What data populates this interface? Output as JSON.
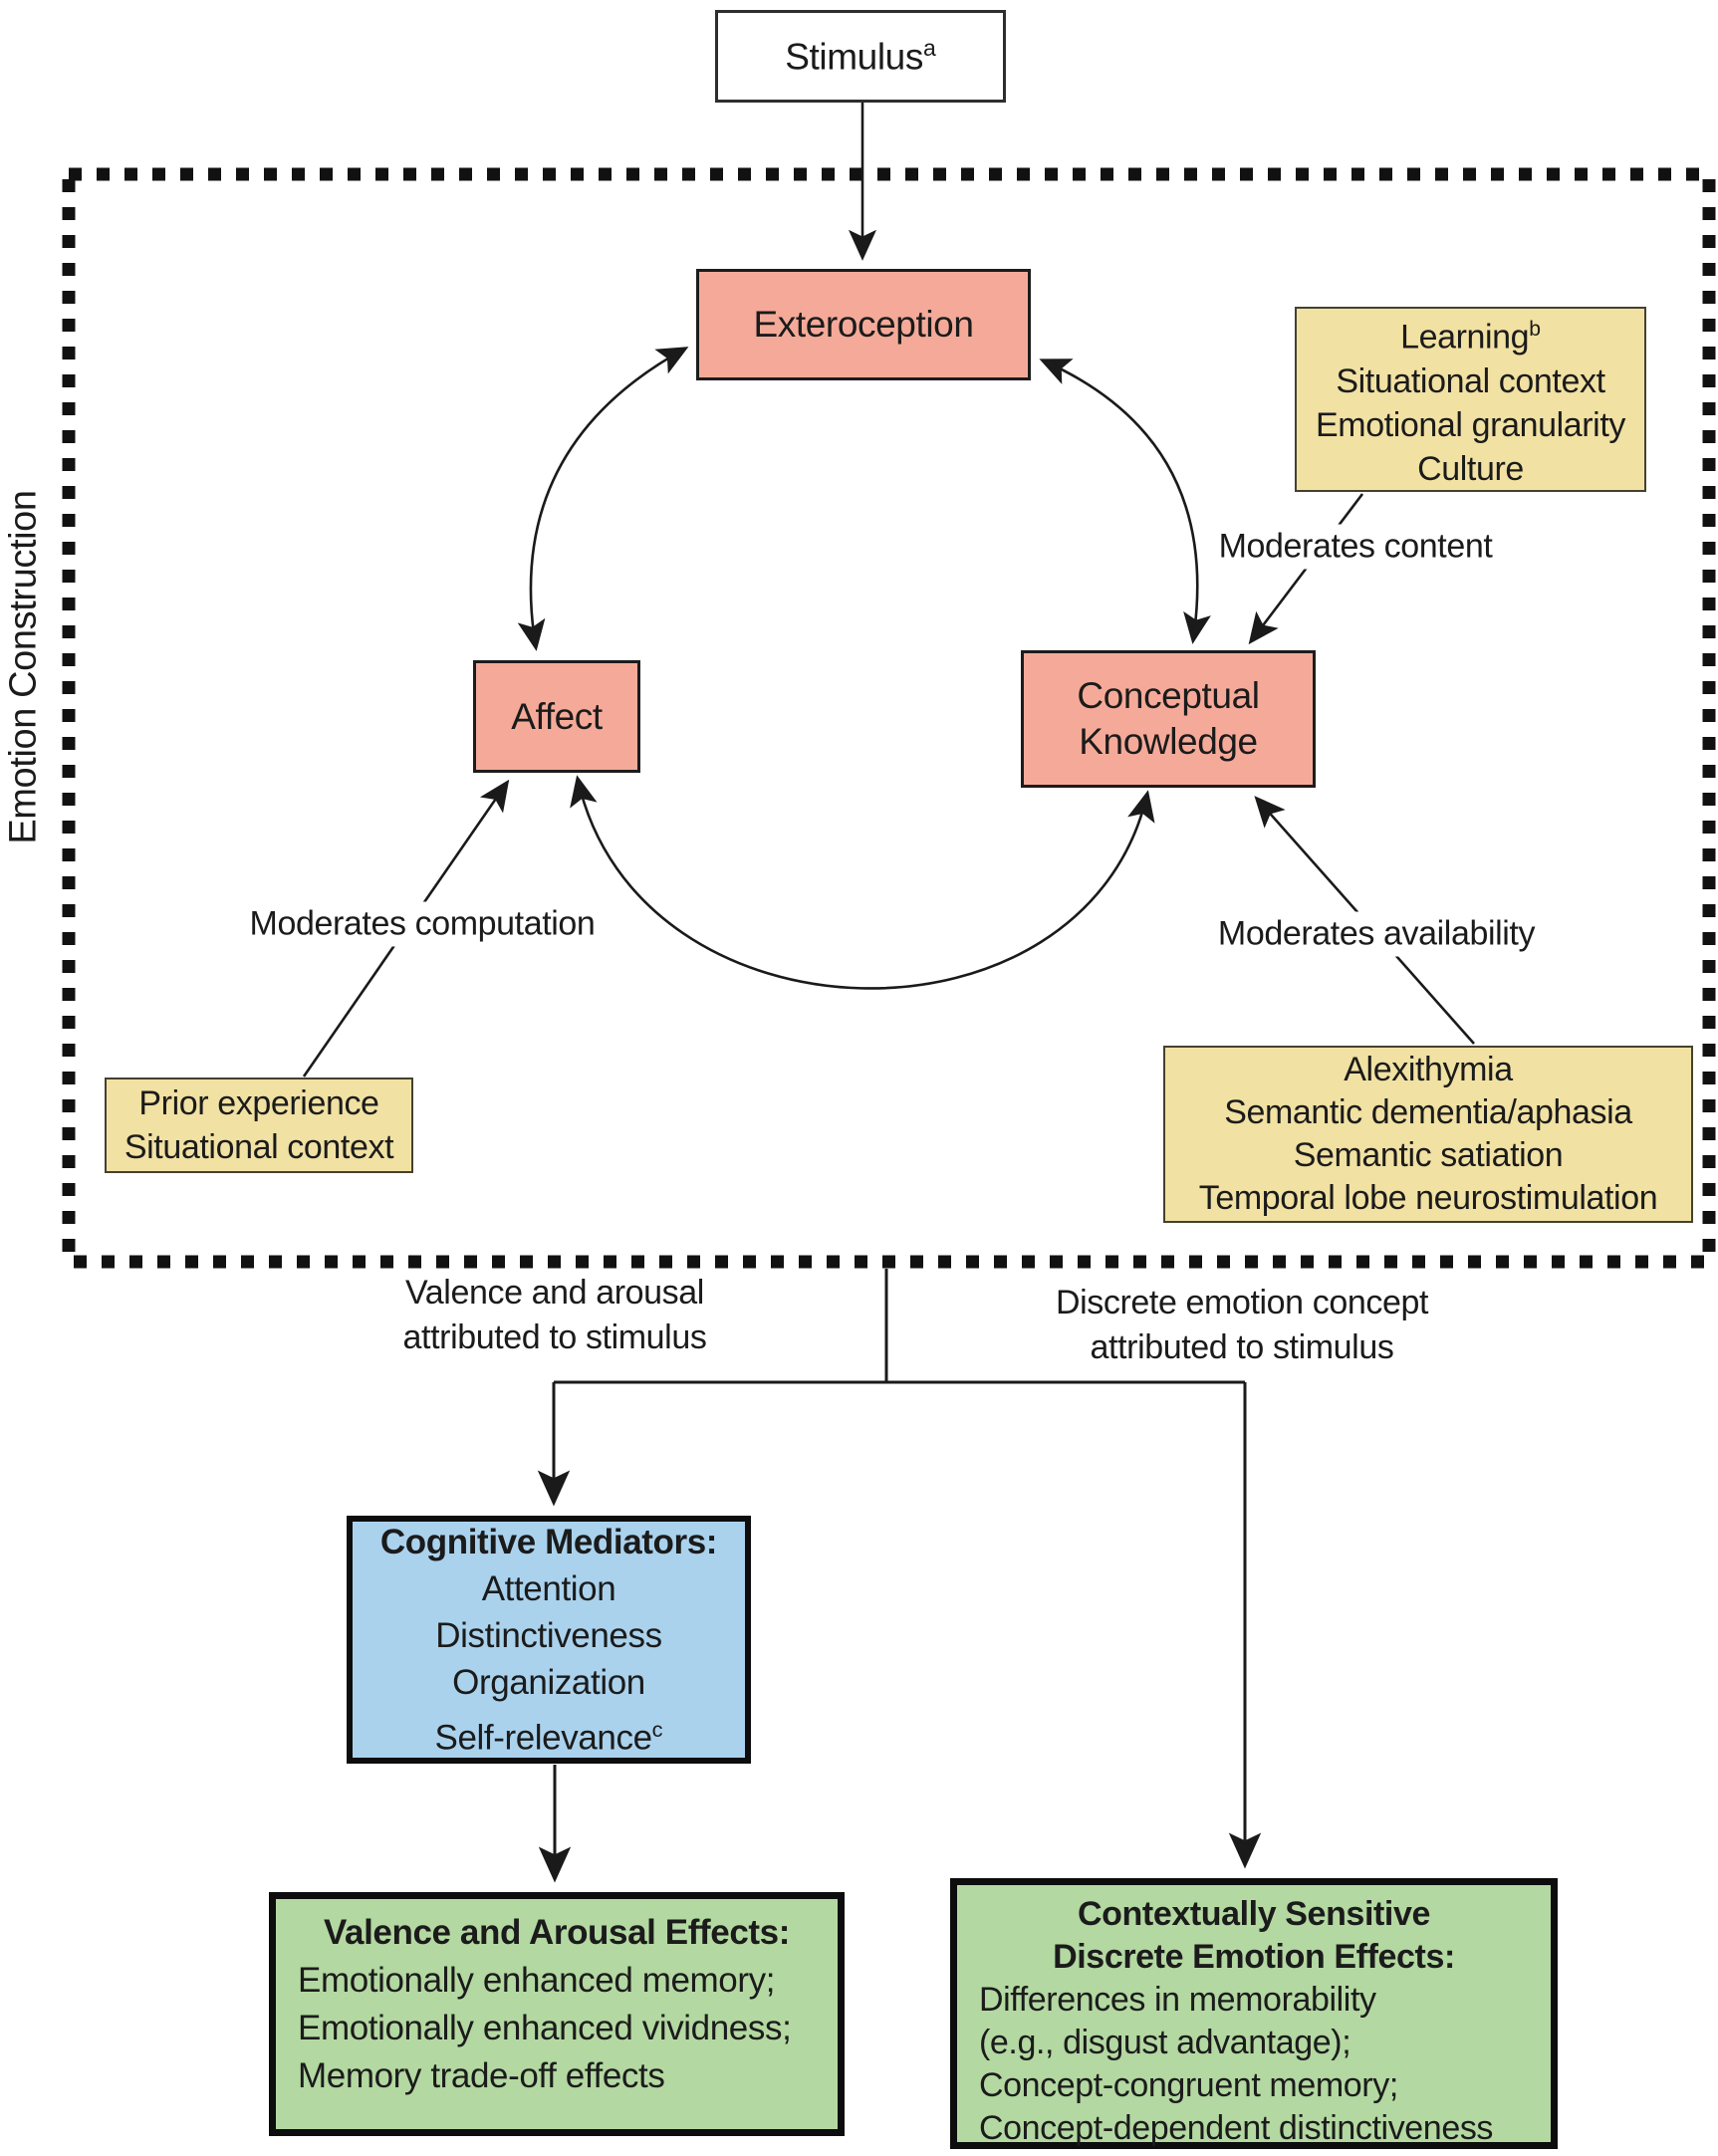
{
  "diagram": {
    "title_region_label": "Emotion Construction",
    "stimulus": {
      "label": "Stimulus",
      "sup": "a"
    },
    "exteroception": {
      "label": "Exteroception"
    },
    "affect": {
      "label": "Affect"
    },
    "conceptual_knowledge": {
      "line1": "Conceptual",
      "line2": "Knowledge"
    },
    "learning_box": {
      "line1": "Learning",
      "sup": "b",
      "line2": "Situational context",
      "line3": "Emotional granularity",
      "line4": "Culture"
    },
    "prior_box": {
      "line1": "Prior experience",
      "line2": "Situational context"
    },
    "alexithymia_box": {
      "line1": "Alexithymia",
      "line2": "Semantic dementia/aphasia",
      "line3": "Semantic satiation",
      "line4": "Temporal lobe neurostimulation"
    },
    "moderates_content": "Moderates content",
    "moderates_computation": "Moderates computation",
    "moderates_availability": "Moderates availability",
    "valence_pathway": {
      "line1": "Valence and arousal",
      "line2": "attributed to stimulus"
    },
    "discrete_pathway": {
      "line1": "Discrete emotion concept",
      "line2": "attributed to stimulus"
    },
    "cognitive_mediators": {
      "title": "Cognitive Mediators:",
      "items": [
        "Attention",
        "Distinctiveness",
        "Organization"
      ],
      "last_item": "Self-relevance",
      "sup": "c"
    },
    "valence_effects": {
      "title": "Valence and Arousal Effects:",
      "items": [
        "Emotionally enhanced memory;",
        "Emotionally enhanced vividness;",
        "Memory trade-off effects"
      ]
    },
    "discrete_effects": {
      "title1": "Contextually Sensitive",
      "title2": "Discrete Emotion Effects:",
      "items": [
        "Differences in memorability",
        "(e.g., disgust advantage);",
        "Concept-congruent memory;",
        "Concept-dependent distinctiveness"
      ]
    }
  },
  "colors": {
    "process_box": "#f5aa99",
    "moderator_box": "#f1e1a2",
    "mediator_box": "#aad2ed",
    "effects_box": "#b3d8a1",
    "line": "#1a1a1a",
    "background": "#ffffff"
  }
}
